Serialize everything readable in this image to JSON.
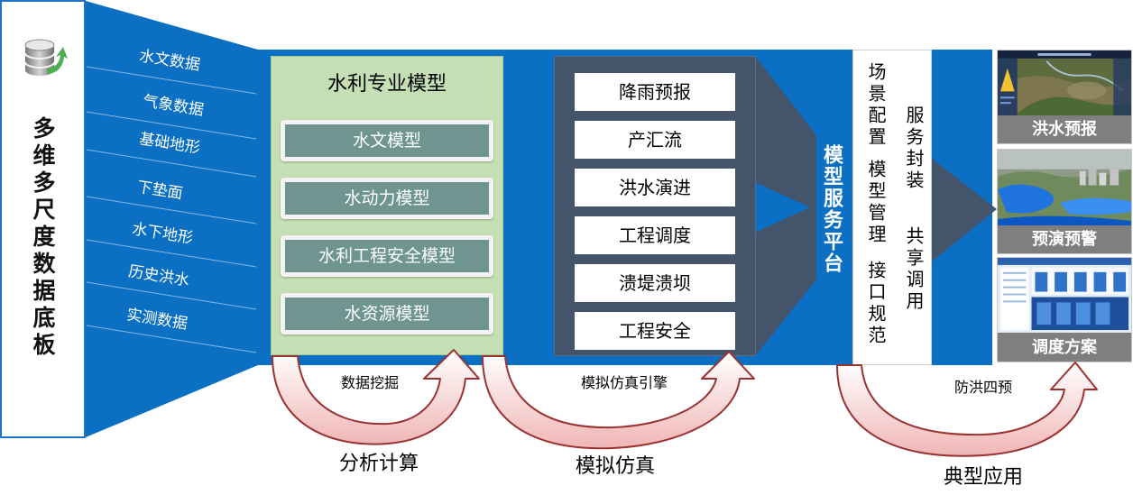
{
  "data_base": {
    "title": "多维多尺度数据底板",
    "icon": "database-icon",
    "sources": [
      "水文数据",
      "气象数据",
      "基础地形",
      "下垫面",
      "水下地形",
      "历史洪水",
      "实测数据"
    ]
  },
  "professional_models": {
    "title": "水利专业模型",
    "items": [
      "水文模型",
      "水动力模型",
      "水利工程安全模型",
      "水资源模型"
    ]
  },
  "simulation": {
    "items": [
      "降雨预报",
      "产汇流",
      "洪水演进",
      "工程调度",
      "溃堤溃坝",
      "工程安全"
    ]
  },
  "service_platform": {
    "title": "模型服务平台",
    "functions": [
      "场景配置",
      "模型管理",
      "接口规范",
      "服务封装",
      "共享调用"
    ]
  },
  "applications": [
    {
      "label": "洪水预报"
    },
    {
      "label": "预演预警"
    },
    {
      "label": "调度方案"
    }
  ],
  "stages": [
    {
      "top_label": "数据挖掘",
      "bottom_label": "分析计算"
    },
    {
      "top_label": "模拟仿真引擎",
      "bottom_label": "模拟仿真"
    },
    {
      "top_label": "防洪四预",
      "bottom_label": "典型应用"
    }
  ],
  "colors": {
    "band_blue": "#0b6fc3",
    "model_green": "#c5dfb4",
    "model_button": "#6e958f",
    "slate": "#44546a",
    "label_gray": "#7f7f7f",
    "arrow_outline": "#9a3232",
    "frame_blue": "#1f74c7"
  }
}
